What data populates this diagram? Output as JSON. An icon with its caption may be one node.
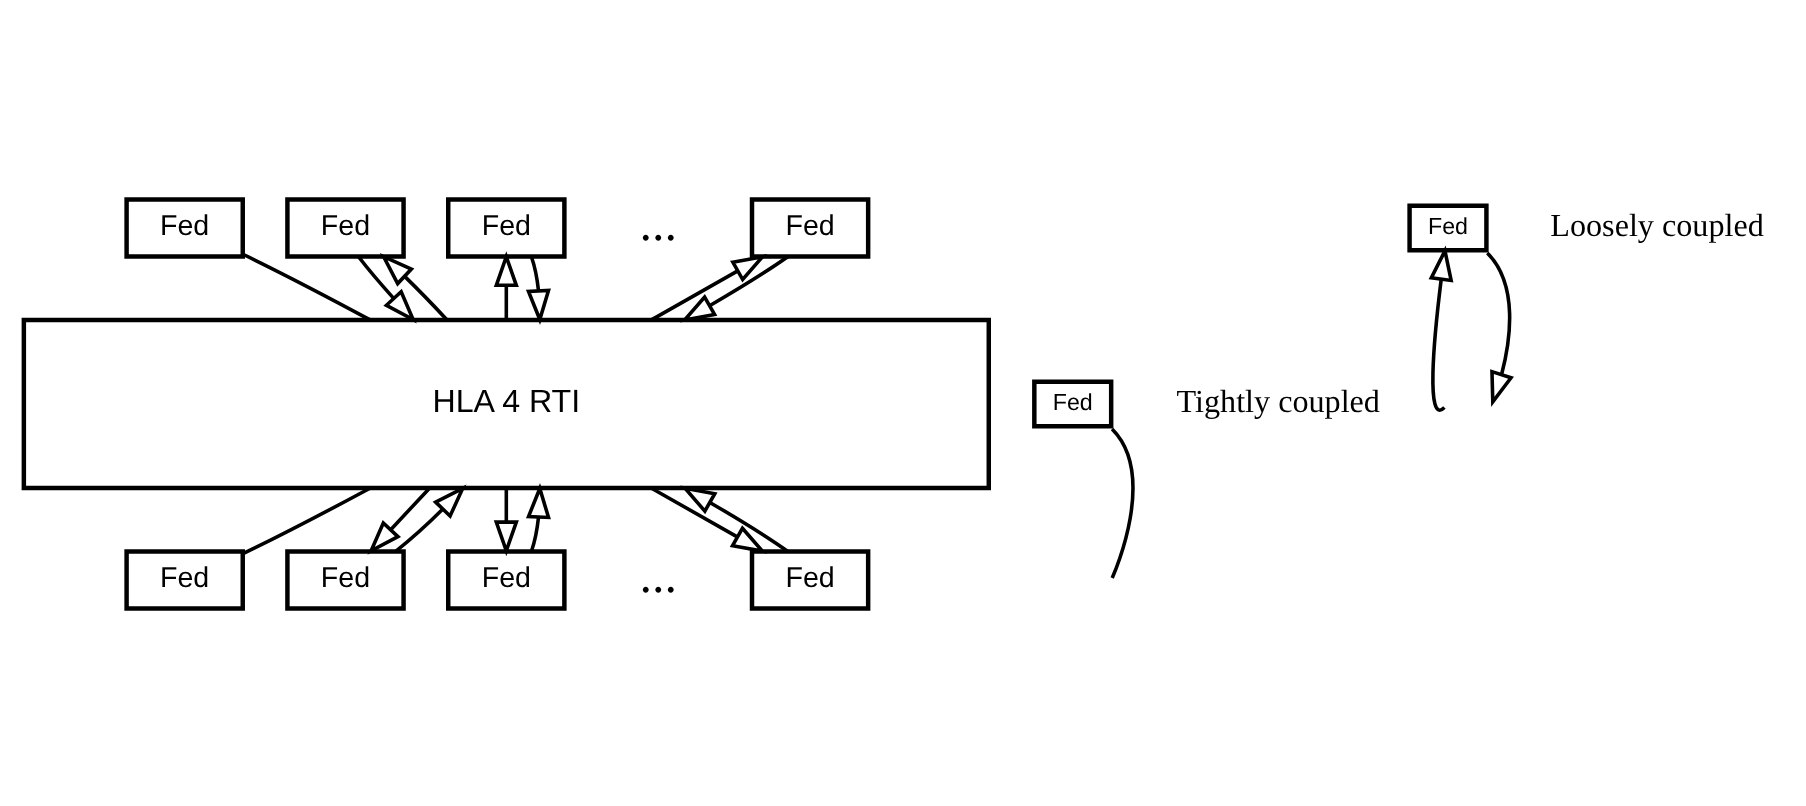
{
  "diagram": {
    "nodes": [
      {
        "text": [
          "HLA 4 RTI"
        ]
      },
      {
        "text": [
          "Fed"
        ]
      },
      {
        "text": [
          "Fed"
        ]
      },
      {
        "text": [
          "Fed"
        ]
      },
      {
        "text": [
          "Fed"
        ]
      },
      {
        "text": [
          "Fed"
        ]
      },
      {
        "text": [
          "Fed"
        ]
      },
      {
        "text": [
          "Fed"
        ]
      },
      {
        "text": [
          "Fed"
        ]
      },
      {
        "text": [
          "Fed"
        ]
      },
      {
        "text": [
          "Fed"
        ]
      }
    ],
    "edges": [
      {
        "from": 1,
        "to": 0,
        "arrow": "none"
      },
      {
        "from": 0,
        "to": 2,
        "arrow": "to"
      },
      {
        "from": 2,
        "to": 0,
        "arrow": "to"
      },
      {
        "from": 0,
        "to": 3,
        "arrow": "to"
      },
      {
        "from": 3,
        "to": 0,
        "arrow": "to"
      },
      {
        "from": 0,
        "to": 4,
        "arrow": "to"
      },
      {
        "from": 4,
        "to": 0,
        "arrow": "to"
      },
      {
        "from": 5,
        "to": 0,
        "arrow": "none"
      },
      {
        "from": 0,
        "to": 6,
        "arrow": "to"
      },
      {
        "from": 6,
        "to": 0,
        "arrow": "to"
      },
      {
        "from": 0,
        "to": 7,
        "arrow": "to"
      },
      {
        "from": 7,
        "to": 0,
        "arrow": "to"
      },
      {
        "from": 0,
        "to": 8,
        "arrow": "to"
      },
      {
        "from": 8,
        "to": 0,
        "arrow": "to"
      },
      {
        "from": 9,
        "to": null,
        "arrow": "none"
      },
      {
        "from": null,
        "to": 10,
        "arrow": "to"
      },
      {
        "from": 10,
        "to": null,
        "arrow": "to"
      }
    ],
    "labels": [
      "...",
      "..."
    ],
    "legend": [
      {
        "text": "Tightly coupled"
      },
      {
        "text": "Loosely coupled"
      }
    ]
  }
}
